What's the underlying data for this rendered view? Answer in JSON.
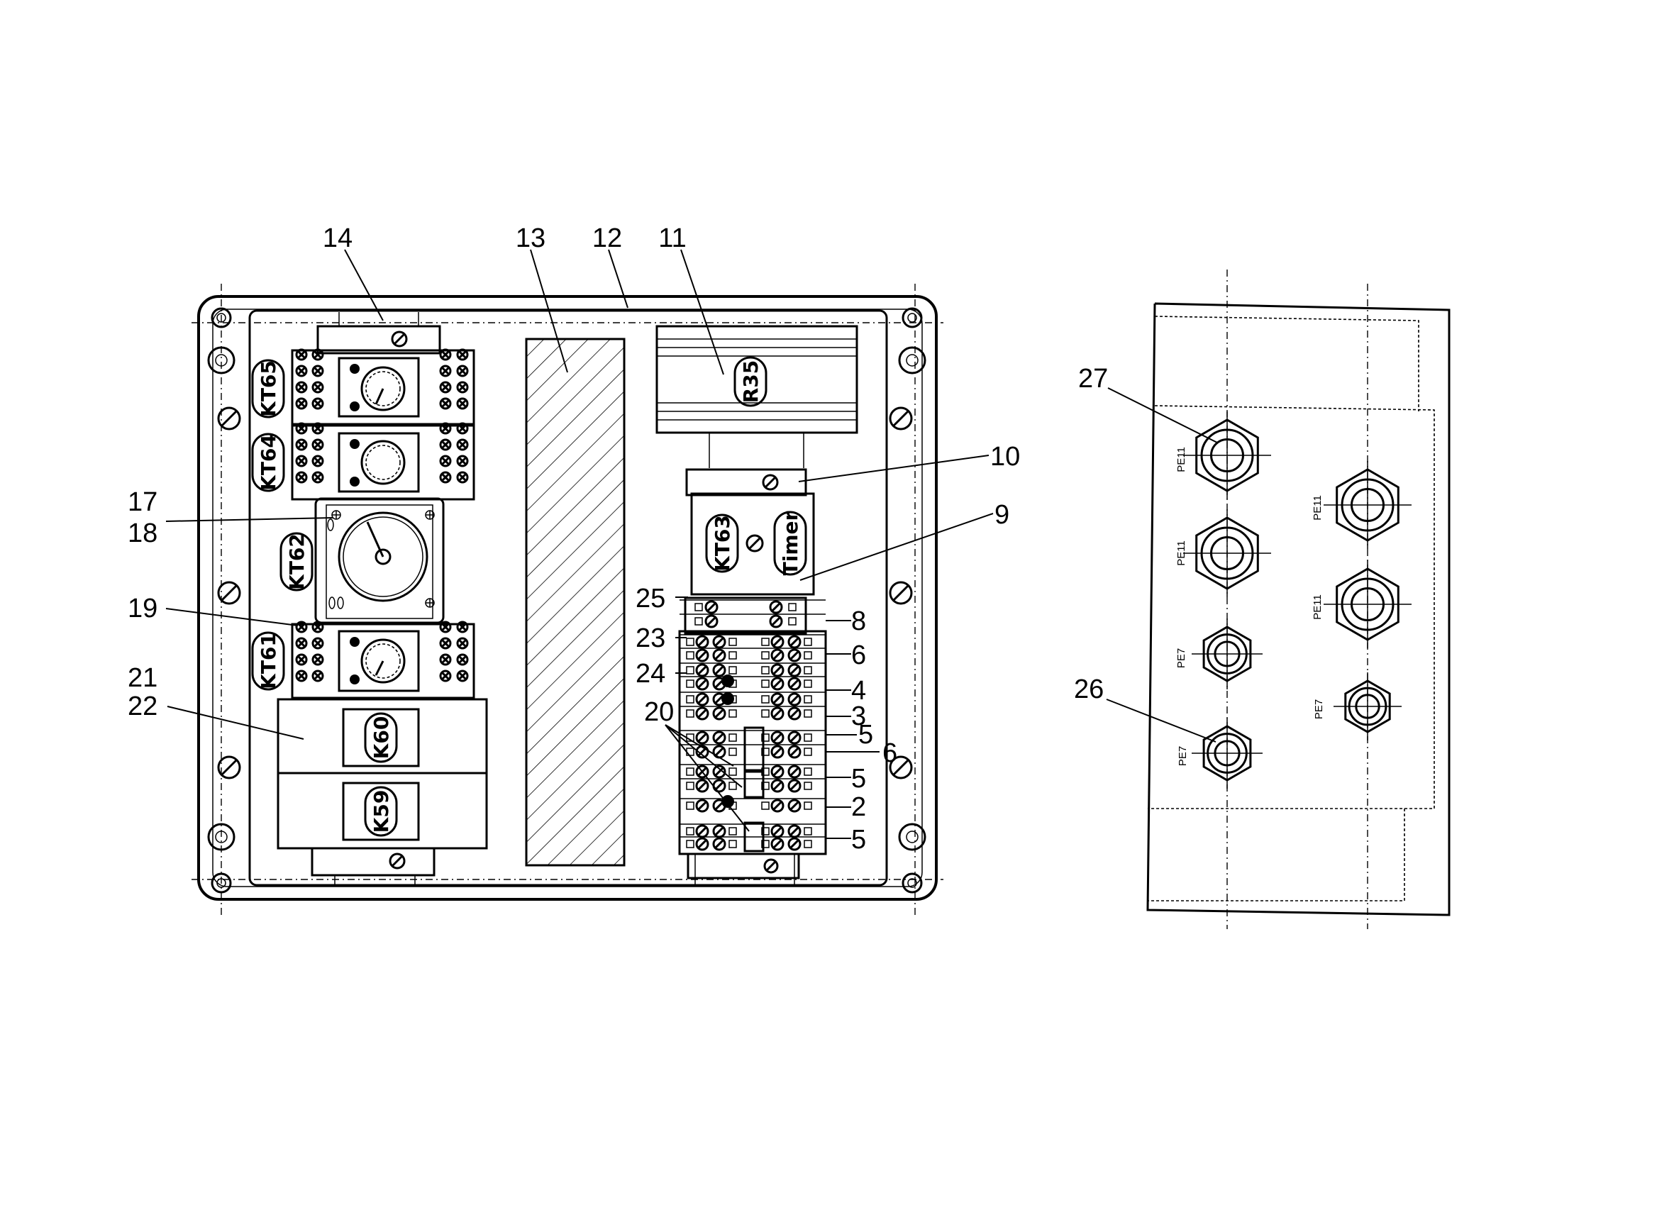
{
  "labels": {
    "c14": "14",
    "c13": "13",
    "c12": "12",
    "c11": "11",
    "c10": "10",
    "c9": "9",
    "c17": "17",
    "c18": "18",
    "c19": "19",
    "c21": "21",
    "c22": "22",
    "c25": "25",
    "c8": "8",
    "c23": "23",
    "c6a": "6",
    "c24": "24",
    "c4": "4",
    "c3": "3",
    "c20": "20",
    "c5a": "5",
    "c6b": "6",
    "c5b": "5",
    "c2": "2",
    "c5c": "5",
    "c27": "27",
    "c26": "26"
  },
  "tags": {
    "kt65": "KT65",
    "kt64": "KT64",
    "kt62": "KT62",
    "kt61": "KT61",
    "k60": "K60",
    "k59": "K59",
    "r35": "R35",
    "kt63": "KT63",
    "timer": "Timer"
  },
  "glands": {
    "g1": "PE11",
    "g2": "PE11",
    "g3": "PE7",
    "g4": "PE7",
    "g5": "PE11",
    "g6": "PE11",
    "g7": "PE7"
  }
}
